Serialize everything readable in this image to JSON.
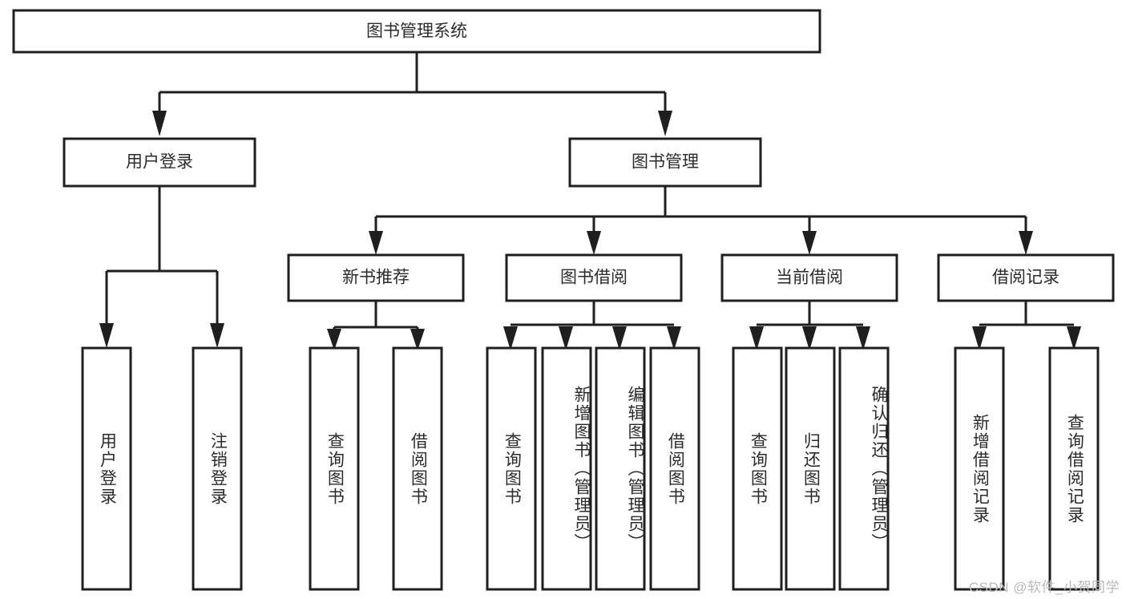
{
  "diagram": {
    "title": "图书管理系统",
    "type": "tree-hierarchy-chart",
    "watermark": "CSDN @软件_小贺同学",
    "colors": {
      "stroke": "#1f1f22",
      "fill": "#ffffff",
      "text": "#2b2b2b",
      "watermark": "#b9b9bd"
    },
    "root": {
      "label": "图书管理系统"
    },
    "level2": [
      {
        "label": "用户登录"
      },
      {
        "label": "图书管理"
      }
    ],
    "level3": [
      {
        "label": "新书推荐"
      },
      {
        "label": "图书借阅"
      },
      {
        "label": "当前借阅"
      },
      {
        "label": "借阅记录"
      }
    ],
    "leaves": {
      "user_login": [
        {
          "label": "用户登录"
        },
        {
          "label": "注销登录"
        }
      ],
      "new_book": [
        {
          "label": "查询图书"
        },
        {
          "label": "借阅图书"
        }
      ],
      "borrow_book": [
        {
          "label": "查询图书"
        },
        {
          "label": "新增图书（管理员）"
        },
        {
          "label": "编辑图书（管理员）"
        },
        {
          "label": "借阅图书"
        }
      ],
      "current_borrow": [
        {
          "label": "查询图书"
        },
        {
          "label": "归还图书"
        },
        {
          "label": "确认归还（管理员）"
        }
      ],
      "borrow_record": [
        {
          "label": "新增借阅记录"
        },
        {
          "label": "查询借阅记录"
        }
      ]
    }
  }
}
